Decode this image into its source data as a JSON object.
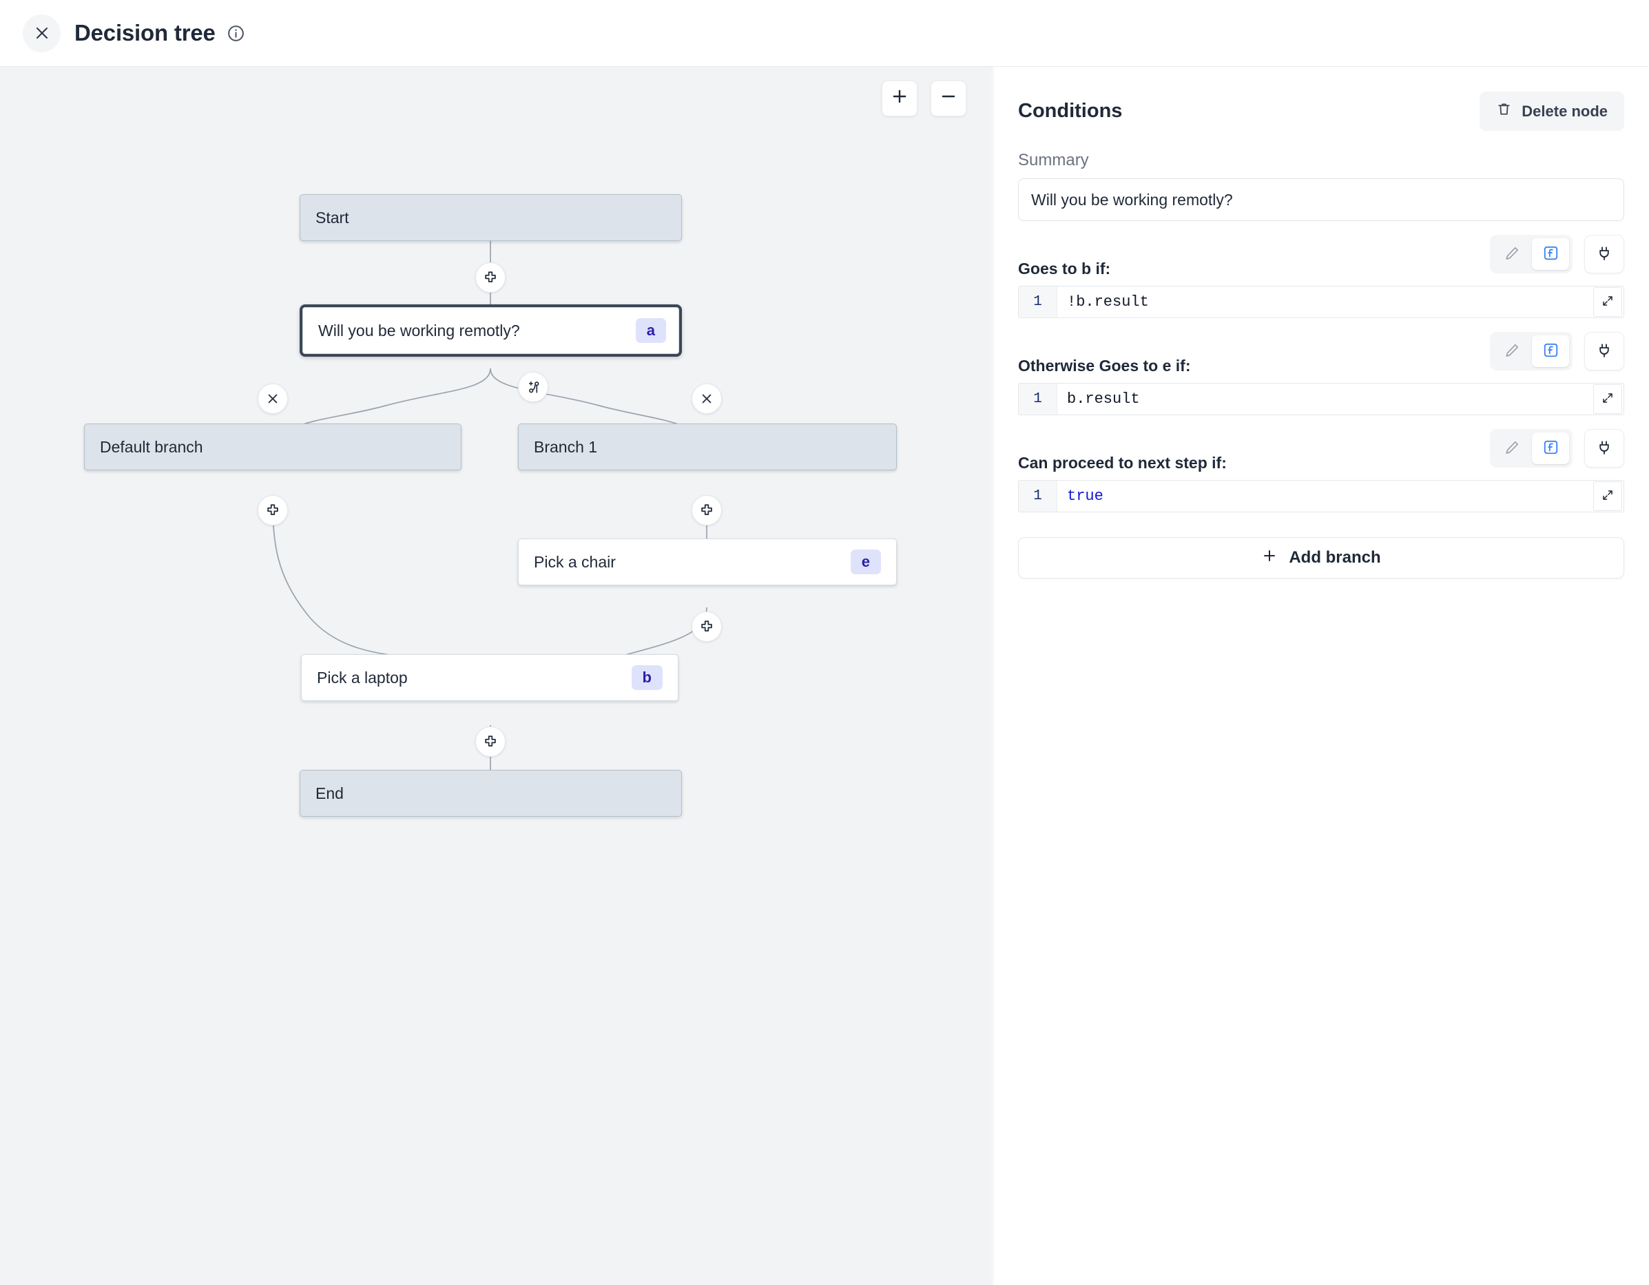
{
  "header": {
    "close_icon": "close-icon",
    "title": "Decision tree",
    "info_icon": "info-circle-icon"
  },
  "canvas": {
    "zoom_in_label": "+",
    "zoom_out_label": "−",
    "nodes": [
      {
        "id": "start",
        "label": "Start",
        "badge": "",
        "kind": "terminal",
        "selected": false
      },
      {
        "id": "a",
        "label": "Will you be working remotly?",
        "badge": "a",
        "kind": "step",
        "selected": true
      },
      {
        "id": "def",
        "label": "Default branch",
        "badge": "",
        "kind": "branch",
        "selected": false
      },
      {
        "id": "br1",
        "label": "Branch 1",
        "badge": "",
        "kind": "branch",
        "selected": false
      },
      {
        "id": "e",
        "label": "Pick a chair",
        "badge": "e",
        "kind": "step",
        "selected": false
      },
      {
        "id": "b",
        "label": "Pick a laptop",
        "badge": "b",
        "kind": "step",
        "selected": false
      },
      {
        "id": "end",
        "label": "End",
        "badge": "",
        "kind": "terminal",
        "selected": false
      }
    ],
    "edge_buttons": [
      {
        "id": "add-after-start",
        "icon": "plus-icon"
      },
      {
        "id": "add-branch",
        "icon": "branch-plus-icon"
      },
      {
        "id": "remove-default-branch",
        "icon": "close-icon"
      },
      {
        "id": "remove-branch-1",
        "icon": "close-icon"
      },
      {
        "id": "add-after-default-branch",
        "icon": "plus-icon"
      },
      {
        "id": "add-after-branch-1",
        "icon": "plus-icon"
      },
      {
        "id": "add-after-pick-a-chair",
        "icon": "plus-icon"
      },
      {
        "id": "add-after-pick-a-laptop",
        "icon": "plus-icon"
      }
    ]
  },
  "panel": {
    "title": "Conditions",
    "delete_node_label": "Delete node",
    "delete_icon": "trash-icon",
    "summary_label": "Summary",
    "summary_value": "Will you be working remotly?",
    "summary_placeholder": "Summary",
    "conditions": [
      {
        "label": "Goes to b if:",
        "line_no": "1",
        "code": "!b.result",
        "keyword": false
      },
      {
        "label": "Otherwise Goes to e if:",
        "line_no": "1",
        "code": "b.result",
        "keyword": false
      },
      {
        "label": "Can proceed to next step if:",
        "line_no": "1",
        "code": "true",
        "keyword": true
      }
    ],
    "toolbar": {
      "pencil_icon": "pencil-icon",
      "fx_icon": "fx-icon",
      "plug_icon": "plug-icon",
      "expand_icon": "expand-icon",
      "active_mode": "fx"
    },
    "add_branch_label": "Add branch",
    "add_branch_icon": "plus-icon"
  },
  "colors": {
    "canvas_bg": "#f1f3f5",
    "terminal_node": "#dde3ea",
    "step_node": "#ffffff",
    "selected_border": "#3c4657",
    "badge_bg": "#dfe2fb",
    "badge_text": "#2a22a8",
    "accent_blue": "#3b82f6",
    "code_keyword": "#1414d6"
  }
}
